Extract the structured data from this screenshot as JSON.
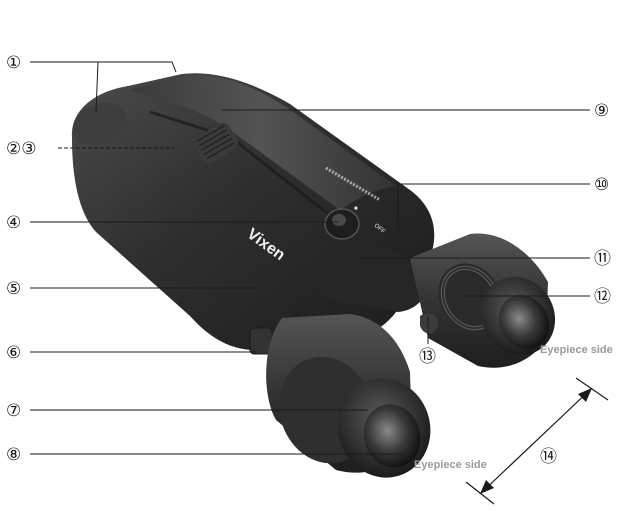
{
  "callouts": [
    {
      "id": "1",
      "label": "①"
    },
    {
      "id": "23",
      "label": "②③"
    },
    {
      "id": "4",
      "label": "④"
    },
    {
      "id": "5",
      "label": "⑤"
    },
    {
      "id": "6",
      "label": "⑥"
    },
    {
      "id": "7",
      "label": "⑦"
    },
    {
      "id": "8",
      "label": "⑧"
    },
    {
      "id": "9",
      "label": "⑨"
    },
    {
      "id": "10",
      "label": "⑩"
    },
    {
      "id": "11",
      "label": "⑪"
    },
    {
      "id": "12",
      "label": "⑫"
    },
    {
      "id": "13",
      "label": "⑬"
    },
    {
      "id": "14",
      "label": "⑭"
    }
  ],
  "eyepiece_note": "Eyepiece side",
  "brand_text": "Vixen",
  "switch_marks": {
    "on": "■",
    "off": "OFF"
  },
  "colors": {
    "body": "#2c2c2c",
    "body_light": "#4a4a4a",
    "line": "#1a1a1a",
    "note": "#9a9a9a"
  }
}
